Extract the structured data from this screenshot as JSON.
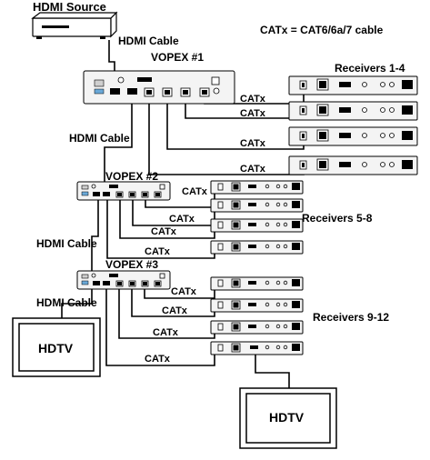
{
  "labels": {
    "hdmi_source": "HDMI Source",
    "legend": "CATx = CAT6/6a/7 cable",
    "hdmi_cable_1": "HDMI Cable",
    "hdmi_cable_2": "HDMI Cable",
    "hdmi_cable_3": "HDMI Cable",
    "hdmi_cable_4": "HDMI Cable",
    "vopex_1": "VOPEX #1",
    "vopex_2": "VOPEX #2",
    "vopex_3": "VOPEX #3",
    "receivers_1_4": "Receivers 1-4",
    "receivers_5_8": "Receivers 5-8",
    "receivers_9_12": "Receivers 9-12",
    "hdtv_left": "HDTV",
    "hdtv_bottom": "HDTV"
  },
  "catx_labels": [
    "CATx",
    "CATx",
    "CATx",
    "CATx",
    "CATx",
    "CATx",
    "CATx",
    "CATx",
    "CATx",
    "CATx",
    "CATx",
    "CATx"
  ]
}
